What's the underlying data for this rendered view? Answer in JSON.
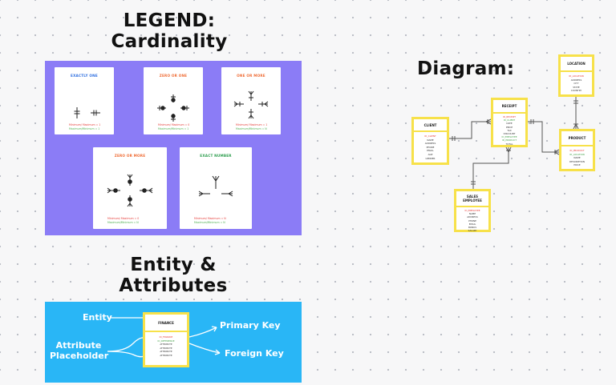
{
  "titles": {
    "legend_line1": "LEGEND:",
    "legend_line2": "Cardinality",
    "entity_line1": "Entity &",
    "entity_line2": "Attributes",
    "diagram": "Diagram:"
  },
  "legend_cards": [
    {
      "title": "EXACTLY ONE",
      "title_color": "#2f6fe0",
      "note1": "Minimum/ Maximum = 1",
      "note2": "Maximum/Minimum = 1"
    },
    {
      "title": "ZERO OR ONE",
      "title_color": "#ef6c35",
      "note1": "Minimum/ Maximum = 0",
      "note2": "Maximum/Minimum = 1"
    },
    {
      "title": "ONE OR MORE",
      "title_color": "#ef6c35",
      "note1": "Minimum/ Maximum = 1",
      "note2": "Maximum/Minimum = N"
    },
    {
      "title": "ZERO OR MORE",
      "title_color": "#ef6c35",
      "note1": "Minimum/ Maximum = 0",
      "note2": "Maximum/Minimum = N"
    },
    {
      "title": "EXACT NUMBER",
      "title_color": "#2e9e4f",
      "note1": "Minimum/ Maximum = N",
      "note2": "Maximum/Minimum = N"
    }
  ],
  "entity_example": {
    "name": "FINANCE",
    "attributes": [
      "ID_FINANCE",
      "ID_REFERENCE",
      "ATTRIBUTE",
      "ATTRIBUTE",
      "ATTRIBUTE",
      "ATTRIBUTE"
    ],
    "labels": {
      "entity": "Entity",
      "placeholder_line1": "Attribute",
      "placeholder_line2": "Placeholder",
      "primary_key": "Primary Key",
      "foreign_key": "Foreign Key"
    }
  },
  "diagram_entities": {
    "client": {
      "name": "CLIENT",
      "attributes": [
        "ID_CLIENT",
        "NAME",
        "ADDRESS",
        "PHONE",
        "EMAIL",
        "AGE",
        "GENDER"
      ]
    },
    "receipt": {
      "name": "RECEIPT",
      "attributes": [
        "ID_RECEIPT",
        "ID_CLIENT",
        "DATE",
        "PRICE",
        "TAX",
        "DISCOUNT",
        "ID_EMPLOYEE",
        "ID_PRODUCT",
        "TOTAL"
      ]
    },
    "sales_employee": {
      "name_line1": "SALES",
      "name_line2": "EMPLOYEE",
      "attributes": [
        "ID_EMPLOYEE",
        "NAME",
        "ADDRESS",
        "PHONE",
        "EMAIL",
        "BONUS",
        "SALARY"
      ]
    },
    "location": {
      "name": "LOCATION",
      "attributes": [
        "ID_LOCATION",
        "ADDRESS",
        "CITY",
        "STATE",
        "COUNTRY"
      ]
    },
    "product": {
      "name": "PRODUCT",
      "attributes": [
        "ID_PRODUCT",
        "ID_LOCATION",
        "NAME",
        "DESCRIPTION",
        "PRICE"
      ]
    }
  }
}
